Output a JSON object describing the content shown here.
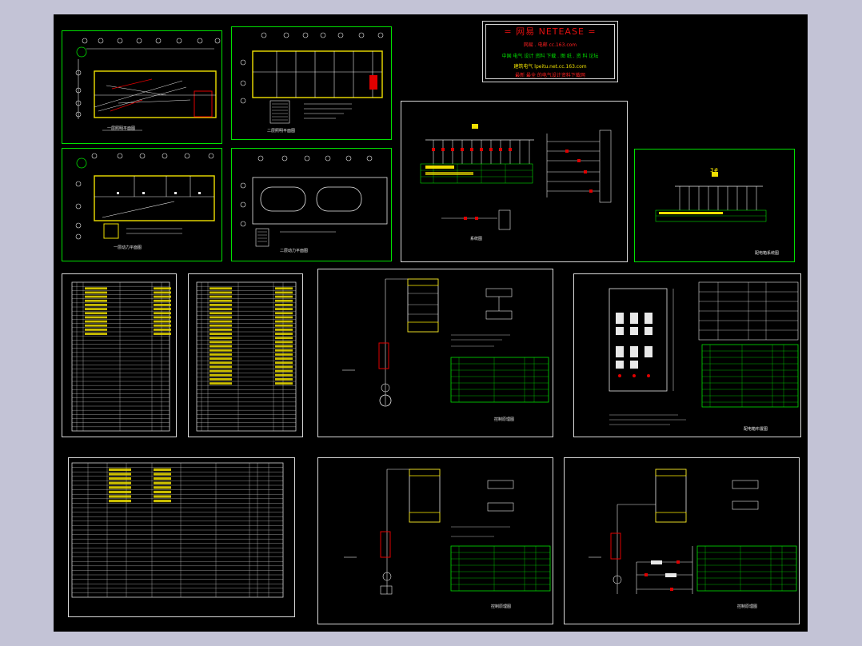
{
  "watermark": {
    "title": "= 网易 NETEASE =",
    "line1": "网易 . 电邮  cc.163.com",
    "line2": "中国 电气 设计 资料 下载 . 图 纸 . 资 料 论坛",
    "line3": "建筑电气 lpeitu.net.cc.163.com",
    "line4": "最新 最全 的电气设计资料下载网"
  },
  "sheets": {
    "plan1_caption": "一层照明平面图",
    "plan2_caption": "二层照明平面图",
    "plan3_caption": "一层动力平面图",
    "plan4_caption": "二层动力平面图",
    "system1_caption": "系统图",
    "system2_caption": "配电箱系统图",
    "motor1_caption": "控制原理图",
    "motor2_caption": "控制原理图",
    "motor3_caption": "控制原理图",
    "panel_caption": "配电箱布置图",
    "box_label": "3#"
  },
  "colors": {
    "background": "#000000",
    "frame_green": "#00e000",
    "frame_white": "#d8d8d8",
    "accent_red": "#e00000",
    "text_yellow": "#f0e000"
  }
}
